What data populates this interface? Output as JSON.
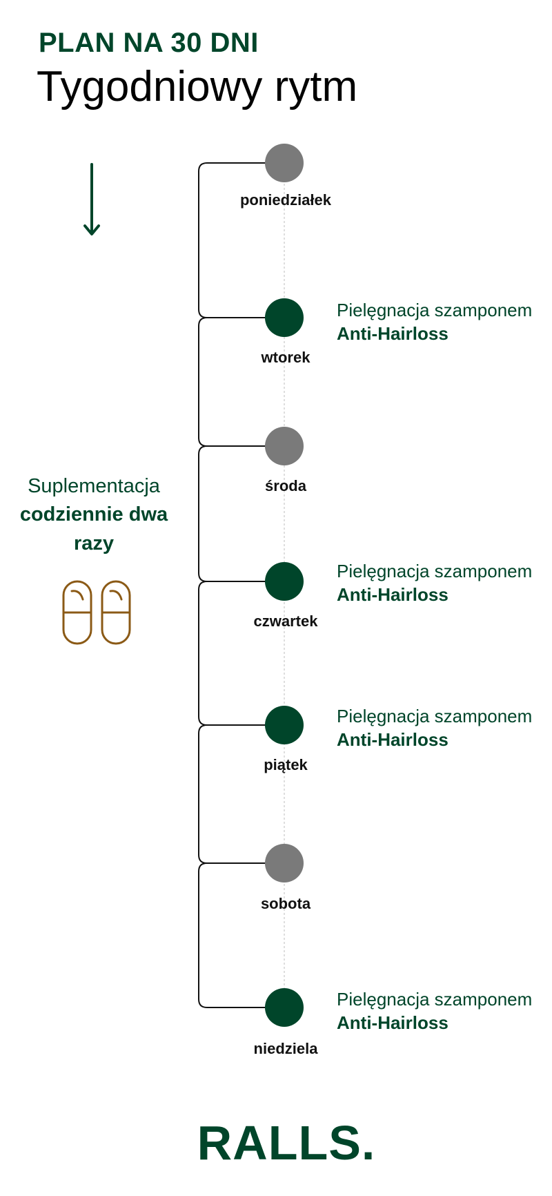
{
  "header": {
    "eyebrow": "PLAN NA 30 DNI",
    "title": "Tygodniowy rytm"
  },
  "supplement": {
    "line1": "Suplementacja",
    "line2a": "codziennie dwa",
    "line2b": "razy"
  },
  "days": [
    {
      "label": "poniedziałek",
      "active": false
    },
    {
      "label": "wtorek",
      "active": true,
      "care_line1": "Pielęgnacja szamponem",
      "care_line2": "Anti-Hairloss"
    },
    {
      "label": "środa",
      "active": false
    },
    {
      "label": "czwartek",
      "active": true,
      "care_line1": "Pielęgnacja szamponem",
      "care_line2": "Anti-Hairloss"
    },
    {
      "label": "piątek",
      "active": true,
      "care_line1": "Pielęgnacja szamponem",
      "care_line2": "Anti-Hairloss"
    },
    {
      "label": "sobota",
      "active": false
    },
    {
      "label": "niedziela",
      "active": true,
      "care_line1": "Pielęgnacja szamponem",
      "care_line2": "Anti-Hairloss"
    }
  ],
  "brand": "RALLS.",
  "colors": {
    "brand_green": "#00452a",
    "inactive_gray": "#7a7a7a",
    "pill_brown": "#8b5a16"
  },
  "icons": {
    "arrow": "arrow-down-icon",
    "pills": "capsules-icon"
  }
}
